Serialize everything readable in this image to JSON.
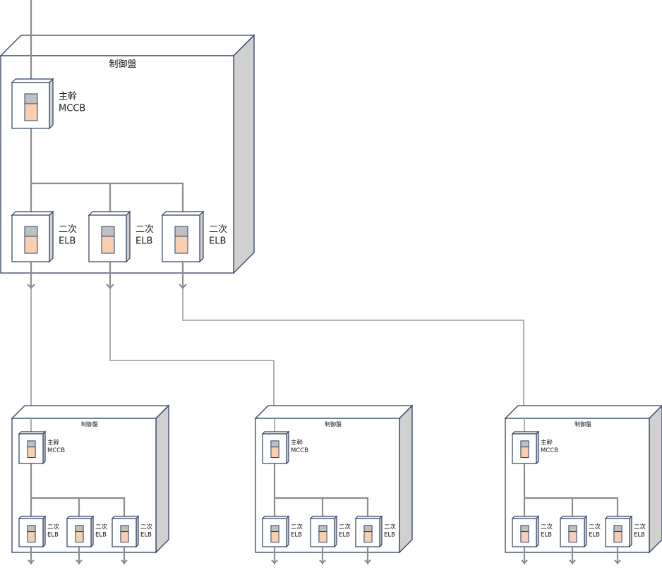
{
  "diagram": {
    "title": "制御盤 配電系統図",
    "colors": {
      "outline": "#2f4063",
      "side_face": "#d0d0d0",
      "switch_off": "#c0c0c0",
      "switch_on": "#f8cfb0",
      "wire": "#8c8c8c"
    },
    "main_panel": {
      "label": "制御盤",
      "main_breaker": {
        "line1": "主幹",
        "line2": "MCCB"
      },
      "branch_breakers": [
        {
          "line1": "二次",
          "line2": "ELB"
        },
        {
          "line1": "二次",
          "line2": "ELB"
        },
        {
          "line1": "二次",
          "line2": "ELB"
        }
      ]
    },
    "sub_panels": [
      {
        "label": "制御盤",
        "main_breaker": {
          "line1": "主幹",
          "line2": "MCCB"
        },
        "branch_breakers": [
          {
            "line1": "二次",
            "line2": "ELB"
          },
          {
            "line1": "二次",
            "line2": "ELB"
          },
          {
            "line1": "二次",
            "line2": "ELB"
          }
        ]
      },
      {
        "label": "制御盤",
        "main_breaker": {
          "line1": "主幹",
          "line2": "MCCB"
        },
        "branch_breakers": [
          {
            "line1": "二次",
            "line2": "ELB"
          },
          {
            "line1": "二次",
            "line2": "ELB"
          },
          {
            "line1": "二次",
            "line2": "ELB"
          }
        ]
      },
      {
        "label": "制御盤",
        "main_breaker": {
          "line1": "主幹",
          "line2": "MCCB"
        },
        "branch_breakers": [
          {
            "line1": "二次",
            "line2": "ELB"
          },
          {
            "line1": "二次",
            "line2": "ELB"
          },
          {
            "line1": "二次",
            "line2": "ELB"
          }
        ]
      }
    ]
  }
}
